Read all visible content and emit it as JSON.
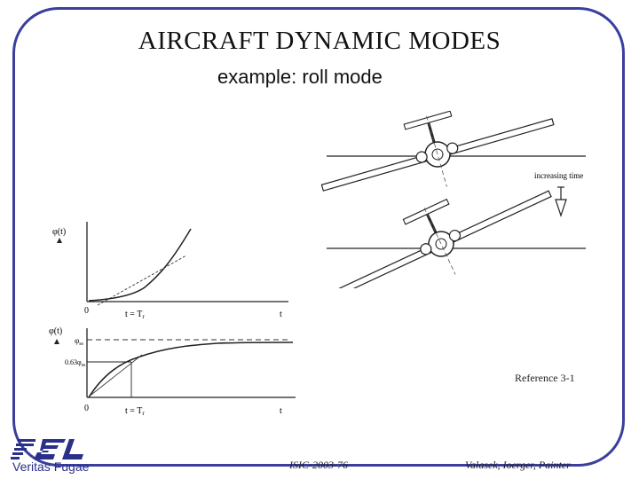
{
  "slide": {
    "title": "AIRCRAFT  DYNAMIC  MODES",
    "subtitle": "example: roll mode",
    "reference": "Reference  3-1",
    "footer_code": "ISIC-2003-76",
    "footer_authors": "Valasek, Ioerger, Painter",
    "logo_text": "Veritas Fugae",
    "accent_color": "#3a3f9e"
  },
  "top_plot": {
    "y_label": "φ(t)",
    "origin_label": "0",
    "t_label": "t = T",
    "t_subscript": "r",
    "x_label": "t"
  },
  "bottom_plot": {
    "y_label": "φ(t)",
    "ss_label": "φ",
    "ss_subscript": "ss",
    "pct_label": "0.63φ",
    "pct_subscript": "ss",
    "origin_label": "0",
    "t_label": "t = T",
    "t_subscript": "r",
    "x_label": "t"
  },
  "aircraft_diagram": {
    "arrow_label": "increasing time"
  }
}
